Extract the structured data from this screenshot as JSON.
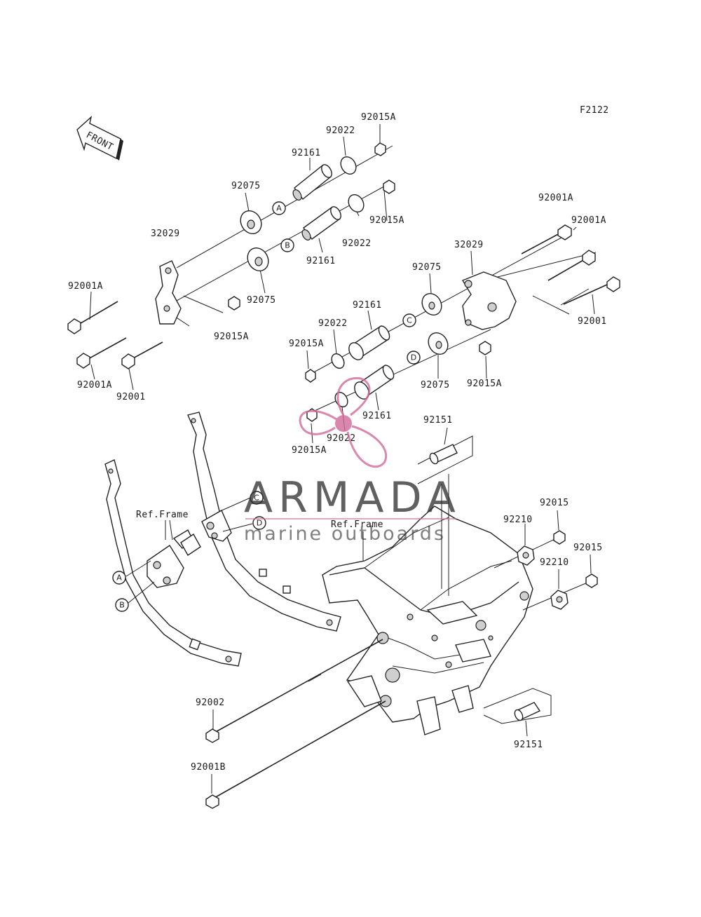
{
  "figure_code": "F2122",
  "front_arrow_text": "FRONT",
  "circle_markers": {
    "a": "A",
    "b": "B",
    "c": "C",
    "d": "D"
  },
  "parts": {
    "p92015A_1": "92015A",
    "p92022_1": "92022",
    "p92161_1": "92161",
    "p92075_1": "92075",
    "p92015A_2": "92015A",
    "p32029_1": "32029",
    "p92022_2": "92022",
    "p92161_2": "92161",
    "p92075_2": "92075",
    "p92001A_1": "92001A",
    "p92015A_3": "92015A",
    "p92001A_2": "92001A",
    "p92001_1": "92001",
    "p92001A_3": "92001A",
    "p92001A_4": "92001A",
    "p32029_2": "32029",
    "p92075_3": "92075",
    "p92001_2": "92001",
    "p92161_3": "92161",
    "p92022_3": "92022",
    "p92015A_4": "92015A",
    "p92075_4": "92075",
    "p92015A_5": "92015A",
    "p92161_4": "92161",
    "p92022_4": "92022",
    "p92015A_6": "92015A",
    "p92151_1": "92151",
    "ref_frame_1": "Ref.Frame",
    "ref_frame_2": "Ref.Frame",
    "p92015_1": "92015",
    "p92210_1": "92210",
    "p92015_2": "92015",
    "p92210_2": "92210",
    "p92002": "92002",
    "p92001B": "92001B",
    "p92151_2": "92151"
  },
  "watermark": {
    "title": "ARMADA",
    "subtitle": "marine outboards"
  },
  "colors": {
    "watermark_accent": "#d26a9b",
    "line": "#222222"
  }
}
